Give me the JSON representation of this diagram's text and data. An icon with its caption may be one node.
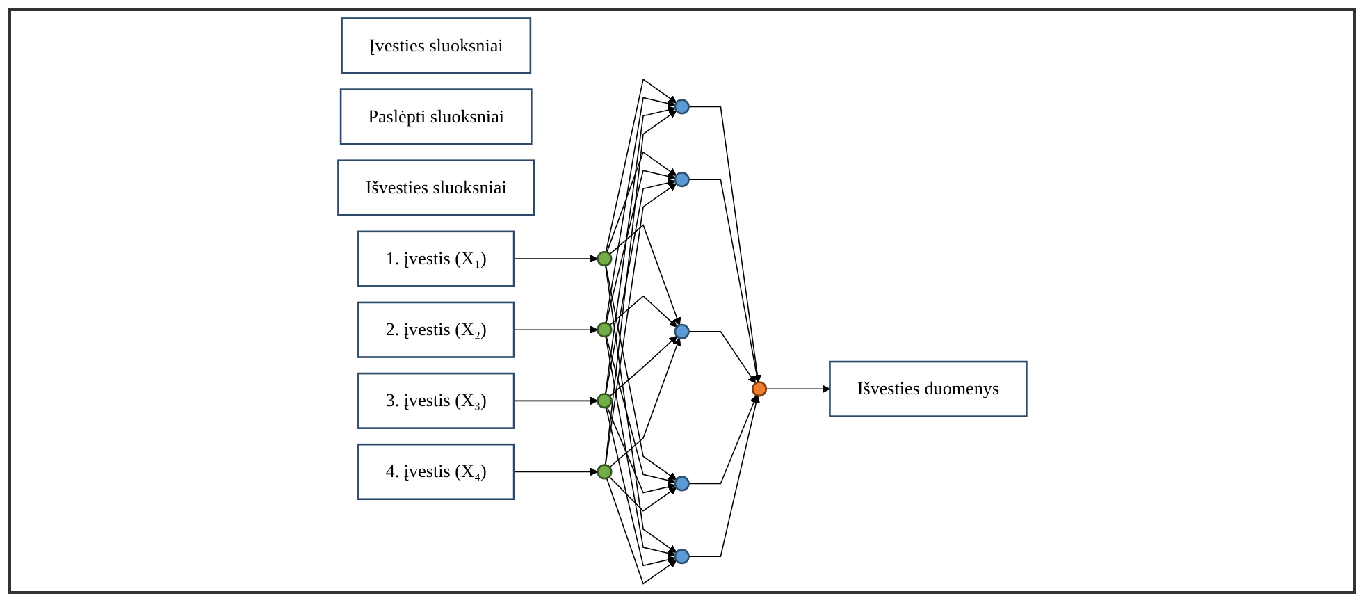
{
  "diagram": {
    "nodes": [
      {
        "text": [
          "Įvesties sluoksniai"
        ]
      },
      {
        "text": [
          "Paslėpti sluoksniai"
        ]
      },
      {
        "text": [
          "Išvesties sluoksniai"
        ]
      },
      {
        "text": [
          "1. įvestis (X₁)"
        ]
      },
      {
        "text": [
          "2. įvestis (X₂)"
        ]
      },
      {
        "text": [
          "3. įvestis (X₃)"
        ]
      },
      {
        "text": [
          "4. įvestis (X₄)"
        ]
      },
      {
        "text": [],
        "shape": "circle"
      },
      {
        "text": [],
        "shape": "circle"
      },
      {
        "text": [],
        "shape": "circle"
      },
      {
        "text": [],
        "shape": "circle"
      },
      {
        "text": [],
        "shape": "circle"
      },
      {
        "text": [],
        "shape": "circle"
      },
      {
        "text": [],
        "shape": "circle"
      },
      {
        "text": [],
        "shape": "circle"
      },
      {
        "text": [],
        "shape": "circle"
      },
      {
        "text": [],
        "shape": "circle"
      },
      {
        "text": [
          "Išvesties duomenys"
        ]
      }
    ],
    "edges": [
      {
        "from": 3,
        "to": 7,
        "arrow": "to"
      },
      {
        "from": 4,
        "to": 8,
        "arrow": "to"
      },
      {
        "from": 5,
        "to": 9,
        "arrow": "to"
      },
      {
        "from": 6,
        "to": 10,
        "arrow": "to"
      },
      {
        "from": 7,
        "to": 11,
        "arrow": "to"
      },
      {
        "from": 7,
        "to": 12,
        "arrow": "to"
      },
      {
        "from": 7,
        "to": 13,
        "arrow": "to"
      },
      {
        "from": 7,
        "to": 14,
        "arrow": "to"
      },
      {
        "from": 7,
        "to": 15,
        "arrow": "to"
      },
      {
        "from": 8,
        "to": 11,
        "arrow": "to"
      },
      {
        "from": 8,
        "to": 12,
        "arrow": "to"
      },
      {
        "from": 8,
        "to": 13,
        "arrow": "to"
      },
      {
        "from": 8,
        "to": 14,
        "arrow": "to"
      },
      {
        "from": 8,
        "to": 15,
        "arrow": "to"
      },
      {
        "from": 9,
        "to": 11,
        "arrow": "to"
      },
      {
        "from": 9,
        "to": 12,
        "arrow": "to"
      },
      {
        "from": 9,
        "to": 13,
        "arrow": "to"
      },
      {
        "from": 9,
        "to": 14,
        "arrow": "to"
      },
      {
        "from": 9,
        "to": 15,
        "arrow": "to"
      },
      {
        "from": 10,
        "to": 11,
        "arrow": "to"
      },
      {
        "from": 10,
        "to": 12,
        "arrow": "to"
      },
      {
        "from": 10,
        "to": 13,
        "arrow": "to"
      },
      {
        "from": 10,
        "to": 14,
        "arrow": "to"
      },
      {
        "from": 10,
        "to": 15,
        "arrow": "to"
      },
      {
        "from": 11,
        "to": 16,
        "arrow": "to"
      },
      {
        "from": 12,
        "to": 16,
        "arrow": "to"
      },
      {
        "from": 13,
        "to": 16,
        "arrow": "to"
      },
      {
        "from": 14,
        "to": 16,
        "arrow": "to"
      },
      {
        "from": 15,
        "to": 16,
        "arrow": "to"
      },
      {
        "from": 16,
        "to": 17,
        "arrow": "to"
      }
    ]
  }
}
